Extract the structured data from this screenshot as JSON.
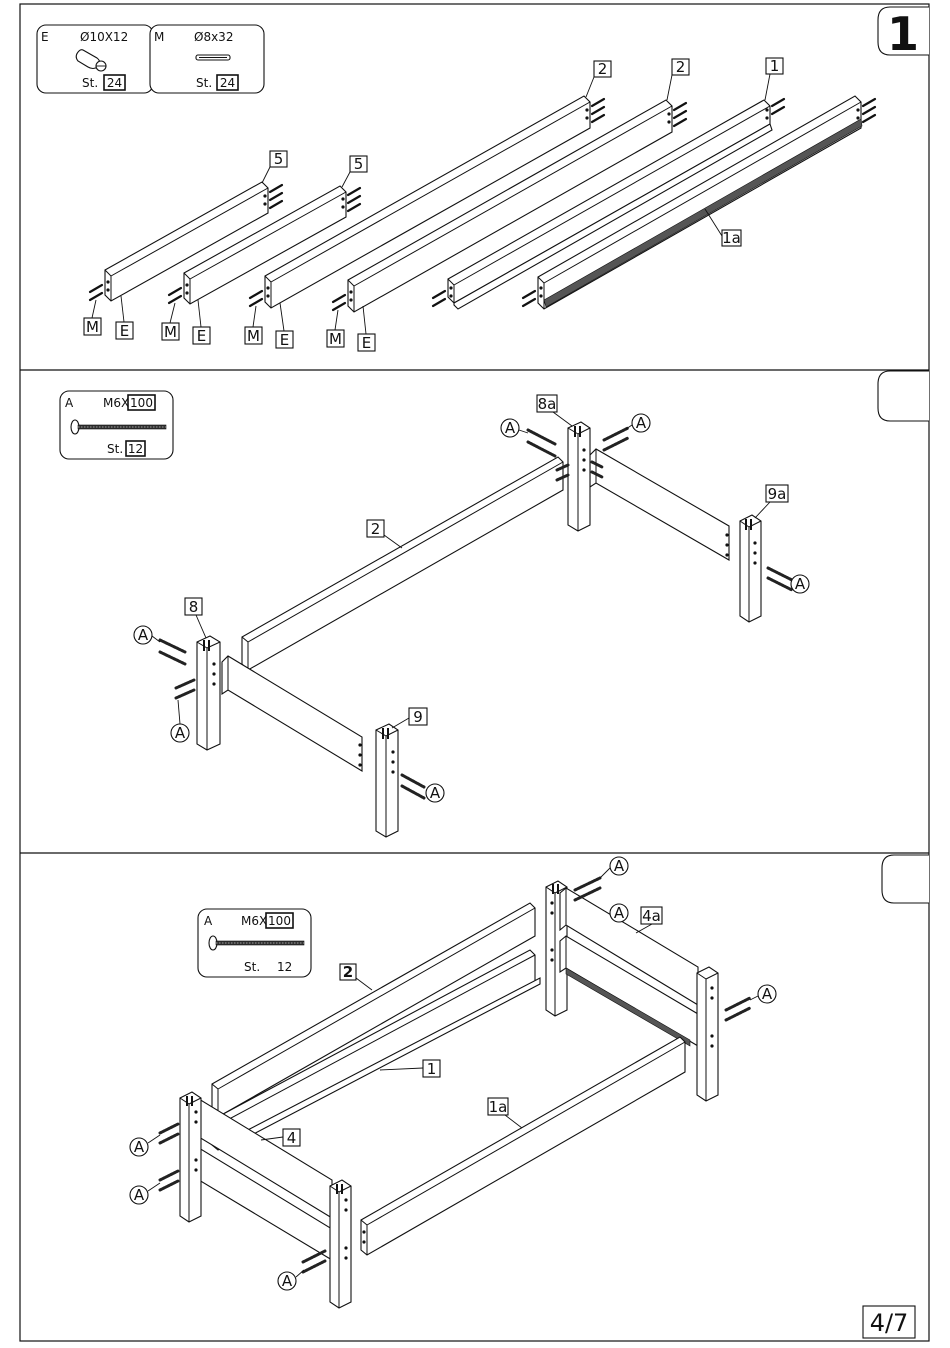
{
  "page": {
    "number": "4/7"
  },
  "step1": {
    "step_number": "1",
    "legend": [
      {
        "letter": "E",
        "size": "Ø10X12",
        "qty_prefix": "St.",
        "qty": "24"
      },
      {
        "letter": "M",
        "size": "Ø8x32",
        "qty_prefix": "St.",
        "qty": "24"
      }
    ],
    "part_labels": [
      "5",
      "5",
      "2",
      "2",
      "1",
      "1a"
    ],
    "hardware_labels": [
      "M",
      "E",
      "M",
      "E",
      "M",
      "E",
      "M",
      "E"
    ]
  },
  "step2": {
    "legend": {
      "letter": "A",
      "size_prefix": "M6X",
      "size": "100",
      "qty_prefix": "St.",
      "qty": "12"
    },
    "part_labels": [
      "8a",
      "9a",
      "2",
      "8",
      "9"
    ],
    "hardware_label": "A"
  },
  "step3": {
    "legend": {
      "letter": "A",
      "size_prefix": "M6X",
      "size": "100",
      "qty_prefix": "St.",
      "qty": "12"
    },
    "part_labels": [
      "2",
      "4a",
      "1",
      "1a",
      "4"
    ],
    "hardware_label": "A"
  },
  "colors": {
    "line": "#111111",
    "background": "#ffffff"
  }
}
